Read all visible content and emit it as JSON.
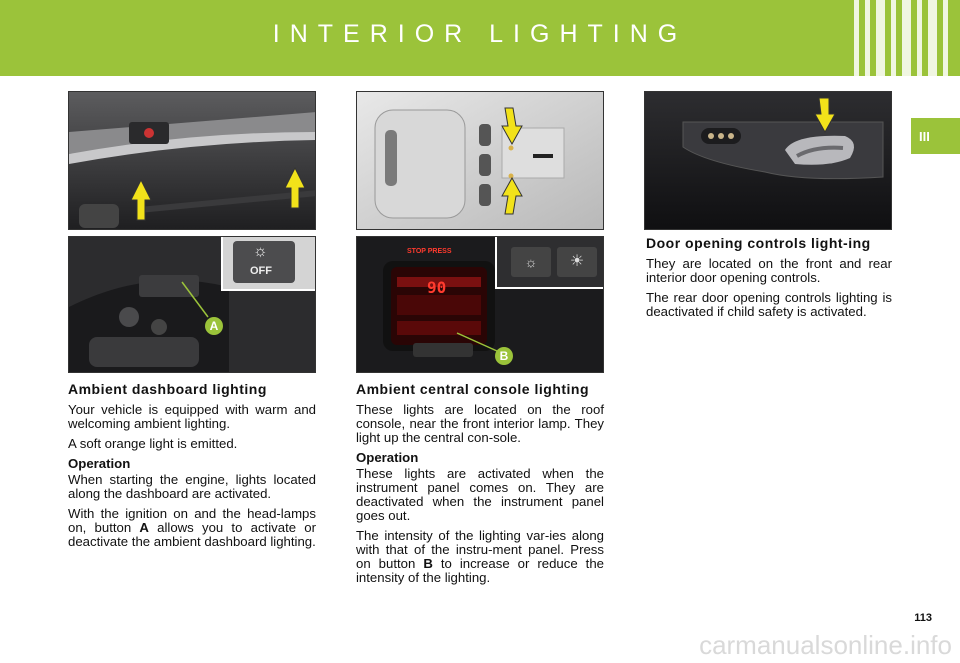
{
  "header": {
    "title": "INTERIOR LIGHTING"
  },
  "tab": {
    "label": "III"
  },
  "callouts": {
    "a": "A",
    "b": "B"
  },
  "inset_off": "OFF",
  "dash_display": {
    "banner": "STOP PRESS",
    "readout": "90"
  },
  "col1": {
    "heading": "Ambient dashboard lighting",
    "p1": "Your vehicle is equipped with warm and welcoming ambient lighting.",
    "p2": "A soft orange light is emitted.",
    "sub": "Operation",
    "p3": "When starting the engine, lights located along the dashboard are activated.",
    "p4_pre": "With the ignition on and the head-lamps on, button ",
    "p4_btn": "A",
    "p4_post": " allows you to activate or deactivate the ambient dashboard lighting."
  },
  "col2": {
    "heading": "Ambient central console lighting",
    "p1": "These lights are located on the roof console, near the front interior lamp. They light up the central con-sole.",
    "sub": "Operation",
    "p2": "These lights are activated when the instrument panel comes on. They are deactivated when the instrument panel goes out.",
    "p3_pre": "The intensity of the lighting var-ies along with that of the instru-ment panel. Press on button ",
    "p3_btn": "B",
    "p3_post": " to increase or reduce the intensity of the lighting."
  },
  "col3": {
    "heading": "Door opening controls light-ing",
    "p1": "They are located on the front and rear interior door opening controls.",
    "p2": "The rear door opening controls lighting is deactivated if child safety is activated."
  },
  "page_number": "113",
  "watermark": "carmanualsonline.info",
  "colors": {
    "brand_green": "#9bc33a",
    "arrow_yellow": "#f2e21a",
    "callout_green": "#9bc33a"
  }
}
